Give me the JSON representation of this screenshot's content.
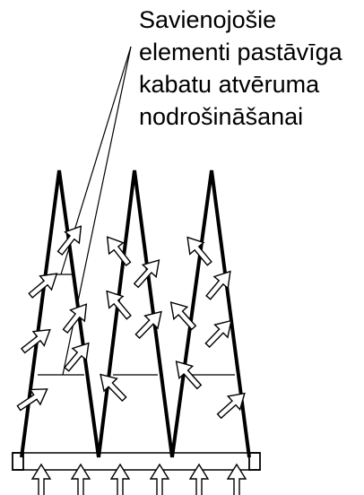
{
  "caption": {
    "lines": [
      "Savienojošie",
      "elementi pastāvīga",
      "kabatu atvēruma",
      "nodrošināšanai"
    ]
  }
}
